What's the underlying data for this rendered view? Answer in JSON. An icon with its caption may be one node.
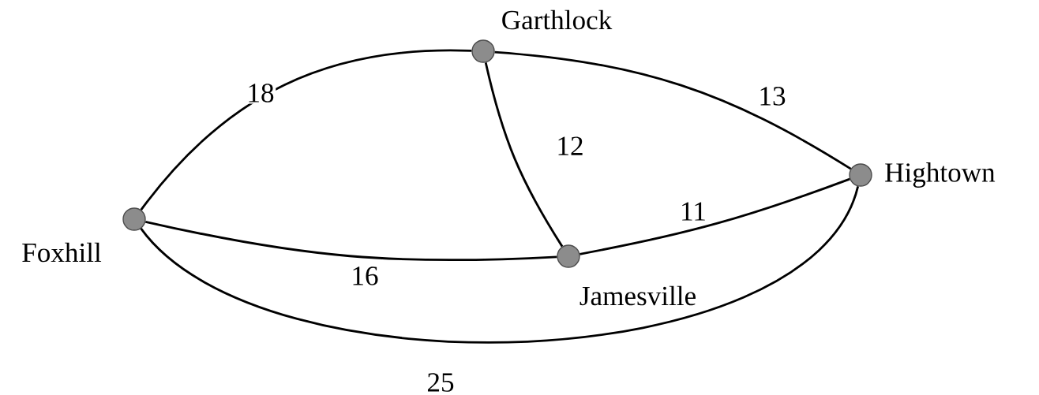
{
  "diagram": {
    "nodes": [
      {
        "text": [],
        "shape": "circle",
        "beside": [
          "Garthlock"
        ]
      },
      {
        "text": [],
        "shape": "circle",
        "beside": [
          "Hightown"
        ]
      },
      {
        "text": [],
        "shape": "circle",
        "beside": [
          "Foxhill"
        ]
      },
      {
        "text": [],
        "shape": "circle",
        "beside": [
          "Jamesville"
        ]
      }
    ],
    "edges": [
      {
        "from": 2,
        "to": 0,
        "arrow": "none",
        "label": "18"
      },
      {
        "from": 0,
        "to": 3,
        "arrow": "none",
        "label": "12"
      },
      {
        "from": 0,
        "to": 1,
        "arrow": "none",
        "label": "13"
      },
      {
        "from": 3,
        "to": 1,
        "arrow": "none",
        "label": "11"
      },
      {
        "from": 2,
        "to": 3,
        "arrow": "none",
        "label": "16"
      },
      {
        "from": 2,
        "to": 1,
        "arrow": "none",
        "label": "25"
      }
    ]
  }
}
